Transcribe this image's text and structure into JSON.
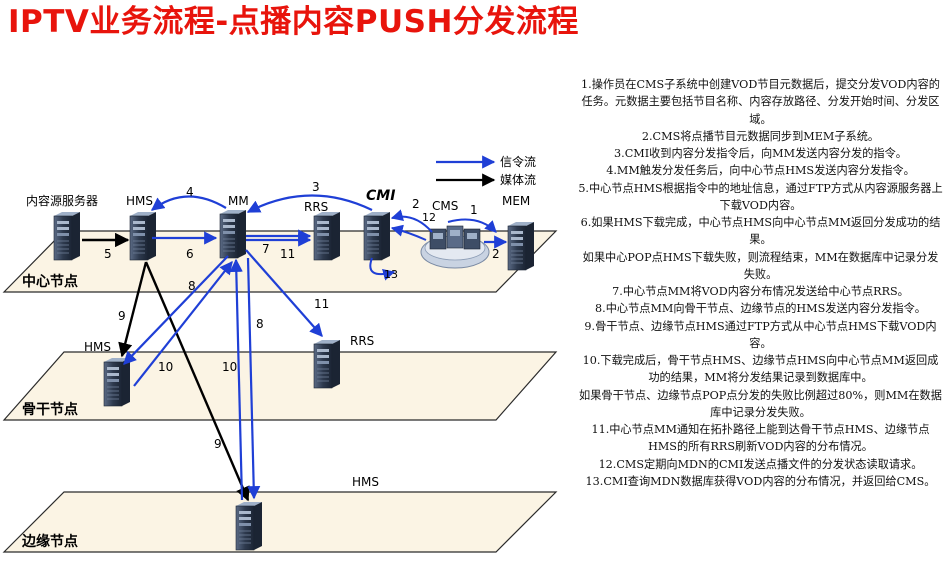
{
  "title": "IPTV业务流程-点播内容PUSH分发流程",
  "legend": {
    "signal": "信令流",
    "media": "媒体流"
  },
  "layers": {
    "center": "中心节点",
    "backbone": "骨干节点",
    "edge": "边缘节点"
  },
  "nodes": {
    "content_server": "内容源服务器",
    "hms_center": "HMS",
    "mm": "MM",
    "rrs_center": "RRS",
    "cmi": "CMI",
    "cms": "CMS",
    "mem": "MEM",
    "hms_backbone": "HMS",
    "rrs_backbone": "RRS",
    "hms_edge": "HMS"
  },
  "arrow_labels": {
    "a1": "1",
    "a2a": "2",
    "a2b": "2",
    "a3": "3",
    "a4": "4",
    "a5": "5",
    "a6": "6",
    "a7": "7",
    "a8a": "8",
    "a8b": "8",
    "a9a": "9",
    "a9b": "9",
    "a10a": "10",
    "a10b": "10",
    "a11a": "11",
    "a11b": "11",
    "a12": "12",
    "a13": "13"
  },
  "steps": [
    "1.操作员在CMS子系统中创建VOD节目元数据后，提交分发VOD内容的任务。元数据主要包括节目名称、内容存放路径、分发开始时间、分发区域。",
    "2.CMS将点播节目元数据同步到MEM子系统。",
    "3.CMI收到内容分发指令后，向MM发送内容分发的指令。",
    "4.MM触发分发任务后，向中心节点HMS发送内容分发指令。",
    "5.中心节点HMS根据指令中的地址信息，通过FTP方式从内容源服务器上下载VOD内容。",
    "6.如果HMS下载完成，中心节点HMS向中心节点MM返回分发成功的结果。",
    "如果中心POP点HMS下载失败，则流程结束，MM在数据库中记录分发失败。",
    "7.中心节点MM将VOD内容分布情况发送给中心节点RRS。",
    "8.中心节点MM向骨干节点、边缘节点的HMS发送内容分发指令。",
    "9.骨干节点、边缘节点HMS通过FTP方式从中心节点HMS下载VOD内容。",
    "10.下载完成后，骨干节点HMS、边缘节点HMS向中心节点MM返回成功的结果，MM将分发结果记录到数据库中。",
    "如果骨干节点、边缘节点POP点分发的失败比例超过80%，则MM在数据库中记录分发失败。",
    "11.中心节点MM通知在拓扑路径上能到达骨干节点HMS、边缘节点HMS的所有RRS刷新VOD内容的分布情况。",
    "12.CMS定期向MDN的CMI发送点播文件的分发状态读取请求。",
    "13.CMI查询MDN数据库获得VOD内容的分布情况，并返回给CMS。"
  ],
  "colors": {
    "title": "#e8140c",
    "signal": "#1f3fd6",
    "media": "#000000",
    "layer_fill": "#fbf4e4",
    "server_dark": "#2e3a4e",
    "server_light": "#8a9bb4"
  },
  "icons": {
    "server": "server-tower-icon",
    "cms_host": "computer-cluster-icon"
  }
}
